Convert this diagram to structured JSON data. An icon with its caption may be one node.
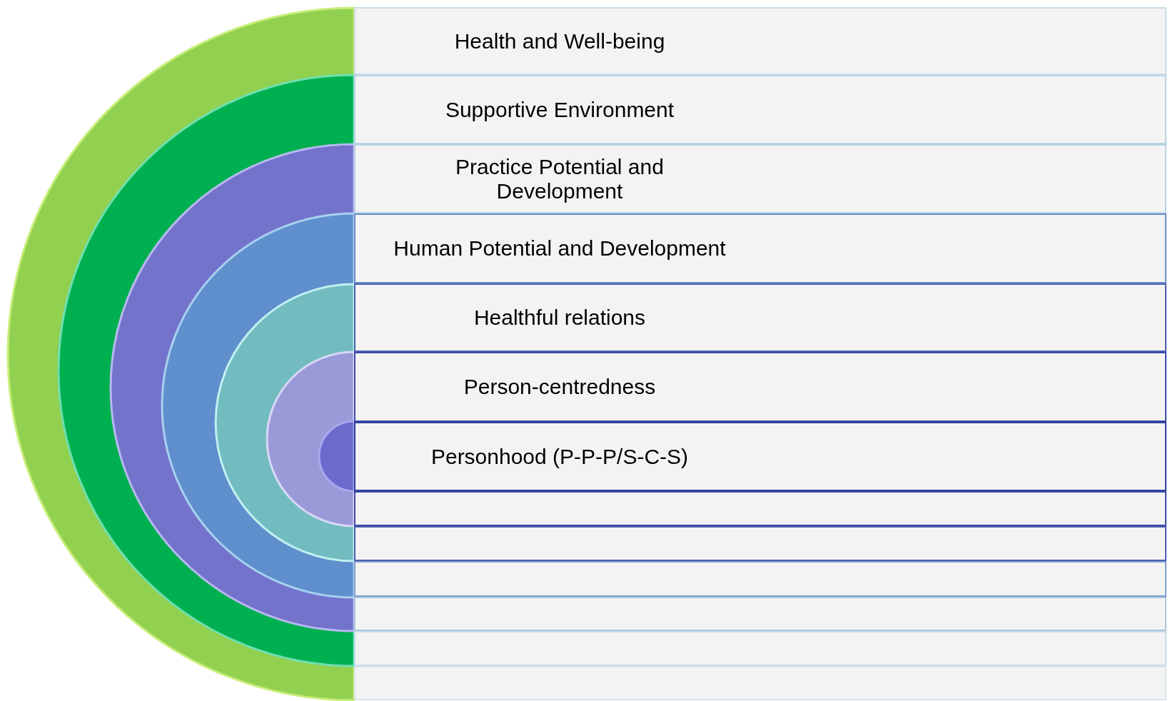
{
  "diagram": {
    "nodes": [
      {
        "text": [
          "Health and Well-being"
        ]
      },
      {
        "text": [
          "Supportive Environment"
        ]
      },
      {
        "text": [
          "Practice Potential and Development"
        ]
      },
      {
        "text": [
          "Human Potential and Development"
        ]
      },
      {
        "text": [
          "Healthful relations"
        ]
      },
      {
        "text": [
          "Person-centredness"
        ]
      },
      {
        "text": [
          "Personhood (P-P-P/S-C-S)"
        ]
      },
      {
        "text": [],
        "shape": "box"
      },
      {
        "text": [],
        "shape": "box"
      },
      {
        "text": [],
        "shape": "box"
      },
      {
        "text": [],
        "shape": "box"
      },
      {
        "text": [],
        "shape": "box"
      },
      {
        "text": [],
        "shape": "box"
      }
    ]
  }
}
